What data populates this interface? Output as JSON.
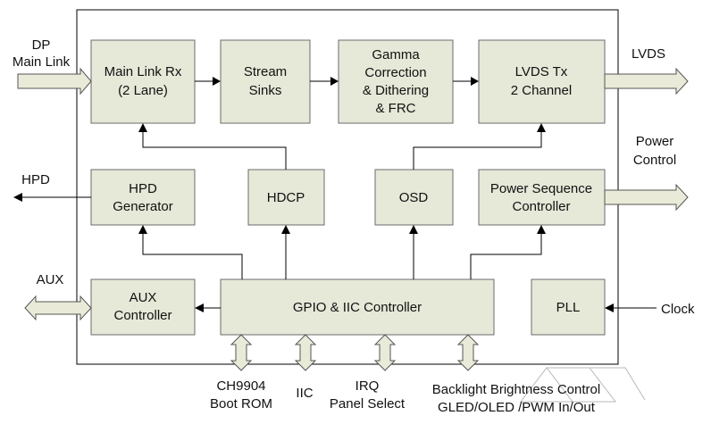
{
  "inputs": {
    "dp_line1": "DP",
    "dp_line2": "Main Link",
    "aux": "AUX",
    "clock": "Clock"
  },
  "outputs": {
    "lvds": "LVDS",
    "hpd": "HPD",
    "power_line1": "Power",
    "power_line2": "Control"
  },
  "blocks": {
    "main_link_rx": [
      "Main Link Rx",
      "(2 Lane)"
    ],
    "stream_sinks": [
      "Stream",
      "Sinks"
    ],
    "gamma": [
      "Gamma",
      "Correction",
      "& Dithering",
      "& FRC"
    ],
    "lvds_tx": [
      "LVDS Tx",
      "2 Channel"
    ],
    "hpd_gen": [
      "HPD",
      "Generator"
    ],
    "hdcp": "HDCP",
    "osd": "OSD",
    "power_seq": [
      "Power Sequence",
      "Controller"
    ],
    "aux_ctrl": [
      "AUX",
      "Controller"
    ],
    "gpio": "GPIO & IIC Controller",
    "pll": "PLL"
  },
  "bottom_labels": {
    "boot_rom_line1": "CH9904",
    "boot_rom_line2": "Boot ROM",
    "iic": "IIC",
    "irq_line1": "IRQ",
    "irq_line2": "Panel Select",
    "backlight_line1": "Backlight Brightness Control",
    "backlight_line2": "GLED/OLED /PWM In/Out"
  }
}
